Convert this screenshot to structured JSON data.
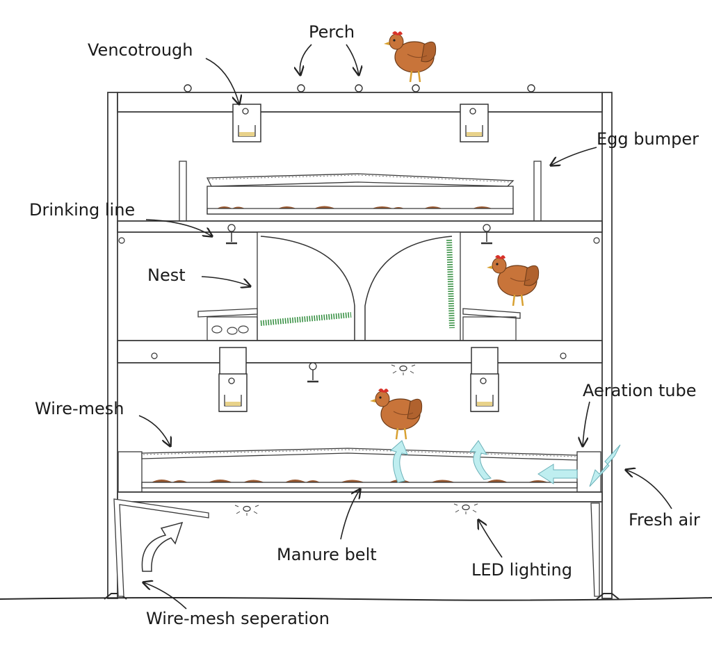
{
  "labels": {
    "perch": "Perch",
    "vencotrough": "Vencotrough",
    "egg_bumper": "Egg bumper",
    "drinking_line": "Drinking line",
    "nest": "Nest",
    "aeration_tube": "Aeration tube",
    "wire_mesh": "Wire-mesh",
    "fresh_air": "Fresh air",
    "manure_belt": "Manure belt",
    "led_lighting": "LED lighting",
    "wire_mesh_separation": "Wire-mesh seperation"
  },
  "colors": {
    "hen_body": "#c8743a",
    "hen_dark": "#8a4a22",
    "comb": "#d8322a",
    "manure": "#9a5a32",
    "air_arrow": "#bfeef0",
    "brush_green": "#2e8b3a",
    "line": "#2a2a2a"
  },
  "icons": [
    "hen-icon",
    "egg-icon",
    "air-flow-arrow-icon",
    "led-light-icon"
  ]
}
